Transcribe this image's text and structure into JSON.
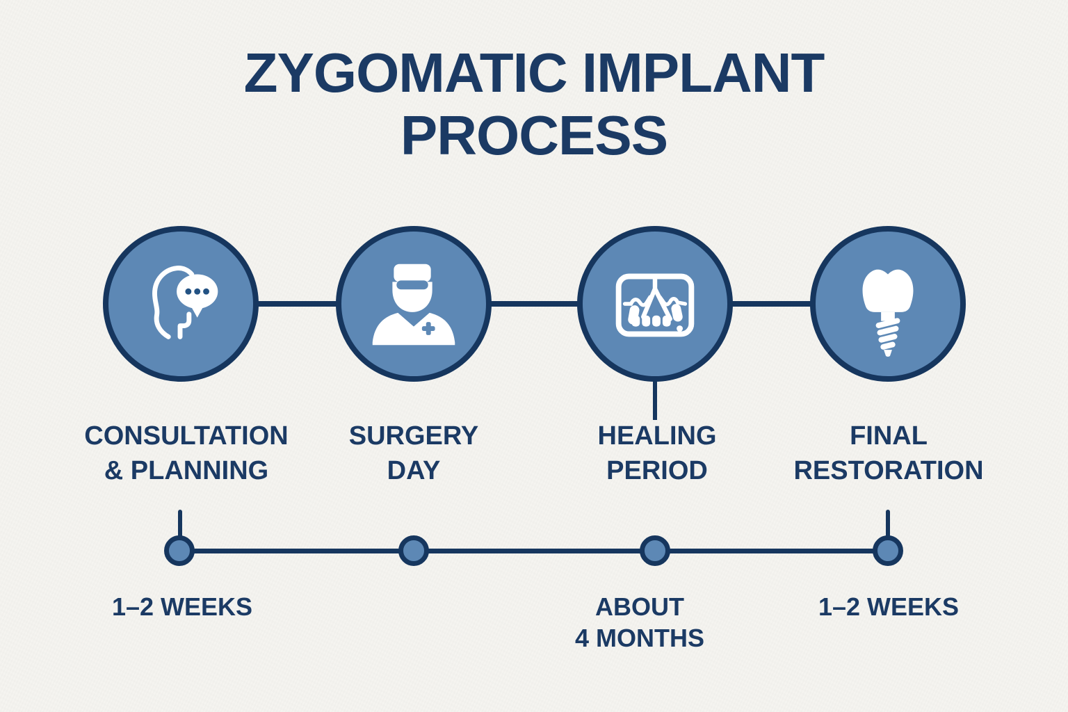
{
  "title": {
    "line1": "ZYGOMATIC IMPLANT",
    "line2": "PROCESS"
  },
  "colors": {
    "background": "#f5f4f0",
    "text_navy": "#1b3a64",
    "line_navy": "#16365e",
    "circle_fill": "#5d88b5",
    "icon_white": "#ffffff",
    "bubble_dots": "#235283"
  },
  "steps": [
    {
      "id": "consultation-planning",
      "icon": "head-profile-speech-bubble-icon",
      "label_line1": "CONSULTATION",
      "label_line2": "& PLANNING",
      "duration_line1": "1–2 WEEKS"
    },
    {
      "id": "surgery-day",
      "icon": "surgeon-mask-icon",
      "label_line1": "SURGERY",
      "label_line2": "DAY"
    },
    {
      "id": "healing-period",
      "icon": "jaw-xray-implant-icon",
      "label_line1": "HEALING",
      "label_line2": "PERIOD",
      "duration_line1": "ABOUT",
      "duration_line2": "4 MONTHS"
    },
    {
      "id": "final-restoration",
      "icon": "dental-implant-screw-icon",
      "label_line1": "FINAL",
      "label_line2": "RESTORATION",
      "duration_line1": "1–2 WEEKS"
    }
  ]
}
